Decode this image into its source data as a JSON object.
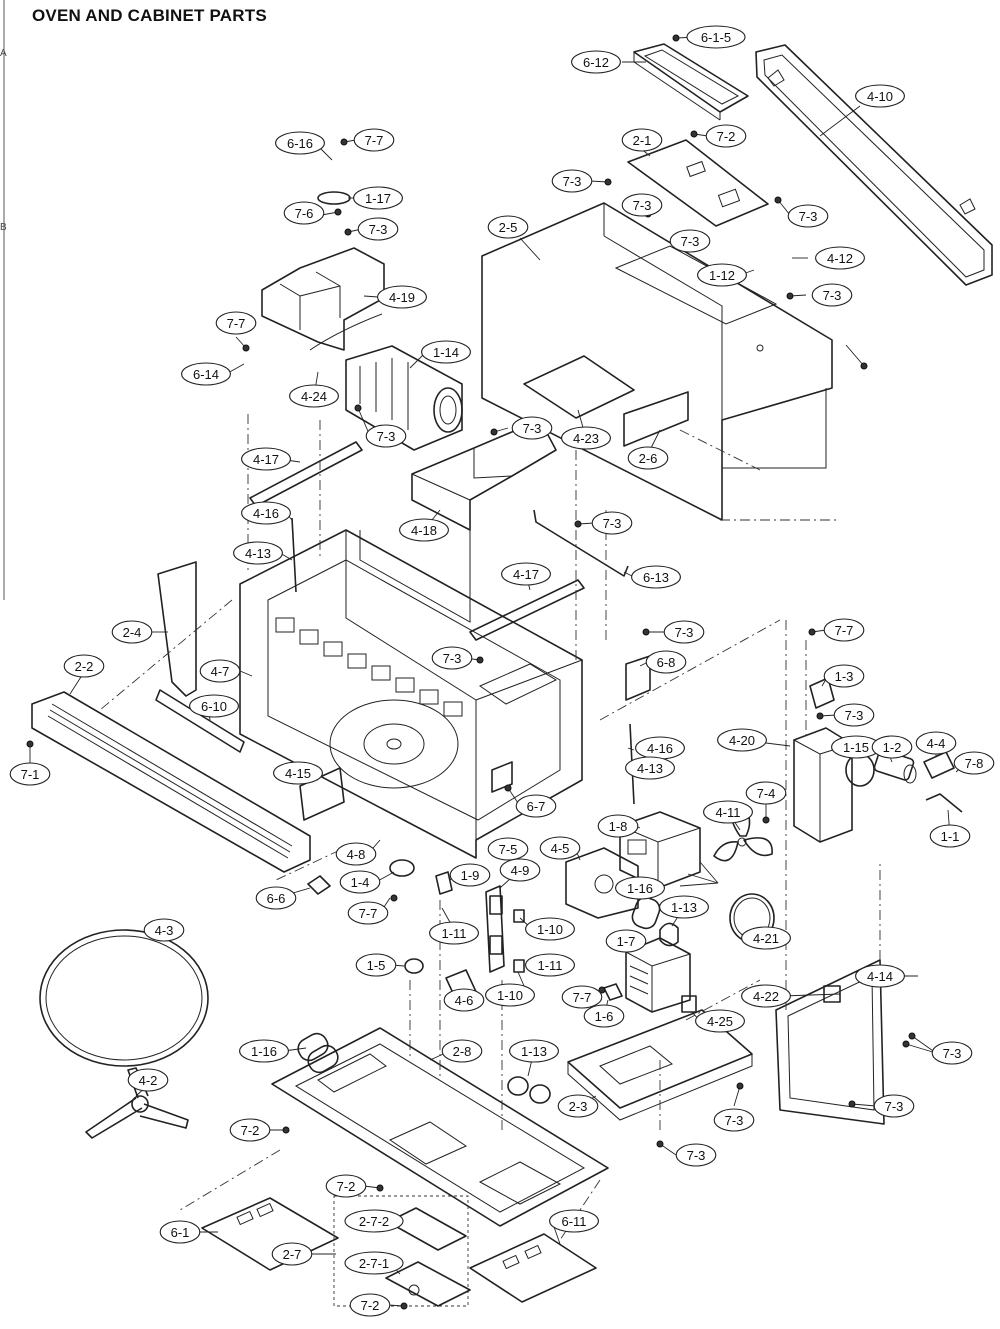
{
  "title": "OVEN AND CABINET PARTS",
  "edge_marks": [
    "A",
    "B"
  ],
  "parts": [
    {
      "label": "6-1-5"
    },
    {
      "label": "6-12"
    },
    {
      "label": "4-10"
    },
    {
      "label": "6-16"
    },
    {
      "label": "7-7"
    },
    {
      "label": "2-1"
    },
    {
      "label": "7-2"
    },
    {
      "label": "1-17"
    },
    {
      "label": "7-3"
    },
    {
      "label": "7-6"
    },
    {
      "label": "2-5"
    },
    {
      "label": "4-12"
    },
    {
      "label": "1-12"
    },
    {
      "label": "4-19"
    },
    {
      "label": "1-14"
    },
    {
      "label": "6-14"
    },
    {
      "label": "4-24"
    },
    {
      "label": "4-23"
    },
    {
      "label": "2-6"
    },
    {
      "label": "4-17"
    },
    {
      "label": "4-18"
    },
    {
      "label": "4-16"
    },
    {
      "label": "4-13"
    },
    {
      "label": "6-13"
    },
    {
      "label": "2-4"
    },
    {
      "label": "2-2"
    },
    {
      "label": "4-7"
    },
    {
      "label": "6-8"
    },
    {
      "label": "1-3"
    },
    {
      "label": "6-10"
    },
    {
      "label": "7-1"
    },
    {
      "label": "4-15"
    },
    {
      "label": "4-20"
    },
    {
      "label": "1-15"
    },
    {
      "label": "1-2"
    },
    {
      "label": "4-4"
    },
    {
      "label": "7-8"
    },
    {
      "label": "7-4"
    },
    {
      "label": "4-11"
    },
    {
      "label": "1-1"
    },
    {
      "label": "6-7"
    },
    {
      "label": "7-5"
    },
    {
      "label": "1-8"
    },
    {
      "label": "4-8"
    },
    {
      "label": "4-5"
    },
    {
      "label": "4-9"
    },
    {
      "label": "1-4"
    },
    {
      "label": "1-9"
    },
    {
      "label": "6-6"
    },
    {
      "label": "1-16"
    },
    {
      "label": "1-13"
    },
    {
      "label": "4-21"
    },
    {
      "label": "1-10"
    },
    {
      "label": "1-11"
    },
    {
      "label": "4-3"
    },
    {
      "label": "1-7"
    },
    {
      "label": "4-14"
    },
    {
      "label": "1-5"
    },
    {
      "label": "4-6"
    },
    {
      "label": "1-6"
    },
    {
      "label": "4-22"
    },
    {
      "label": "4-25"
    },
    {
      "label": "2-8"
    },
    {
      "label": "2-3"
    },
    {
      "label": "4-2"
    },
    {
      "label": "6-1"
    },
    {
      "label": "2-7-2"
    },
    {
      "label": "6-11"
    },
    {
      "label": "2-7"
    },
    {
      "label": "2-7-1"
    }
  ]
}
